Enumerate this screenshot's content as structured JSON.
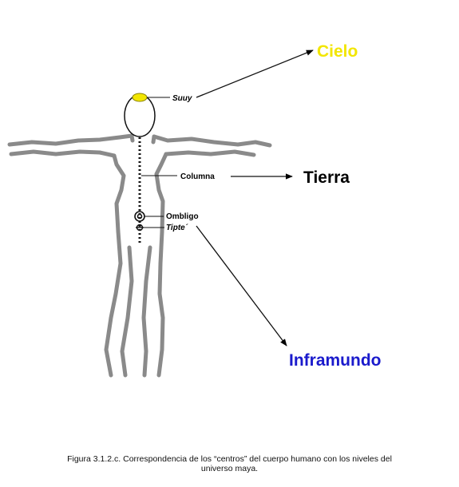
{
  "labels": {
    "crown": "Suuy",
    "spine": "Columna",
    "navel": "Ombligo",
    "below_navel": "Tipte´"
  },
  "levels": {
    "sky": "Cielo",
    "earth": "Tierra",
    "underworld": "Inframundo"
  },
  "colors": {
    "sky": "#f2e600",
    "earth": "#000000",
    "underworld": "#1a1acc",
    "body_outline": "#8a8a8a",
    "crown_spot": "#f2e600"
  },
  "caption": {
    "line1": "Figura 3.1.2.c. Correspondencia de los “centros” del cuerpo humano con los niveles del",
    "line2": "universo maya."
  }
}
